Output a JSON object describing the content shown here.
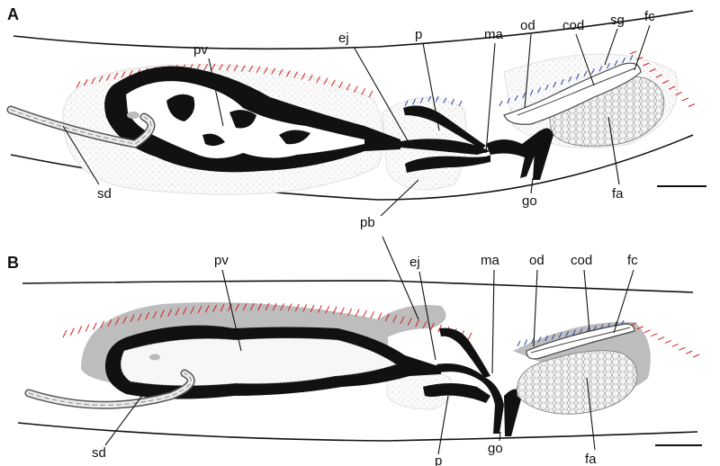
{
  "panels": {
    "a": {
      "letter": "A",
      "labels": {
        "pv": "pv",
        "ej": "ej",
        "p": "p",
        "ma": "ma",
        "od": "od",
        "cod": "cod",
        "sg": "sg",
        "fc": "fc",
        "sd": "sd",
        "pb": "pb",
        "go": "go",
        "fa": "fa"
      }
    },
    "b": {
      "letter": "B",
      "labels": {
        "pv": "pv",
        "ej": "ej",
        "ma": "ma",
        "od": "od",
        "cod": "cod",
        "fc": "fc",
        "sd": "sd",
        "p": "p",
        "go": "go",
        "fa": "fa"
      }
    }
  },
  "colors": {
    "tissue": "#111111",
    "parenchyma_stipple": "#e6e6e6",
    "gland_gray": "#bdbdbd",
    "cilia_red": "#d62020",
    "cilia_blue": "#2a3fa8"
  },
  "icons": {
    "sd": "sperm-duct-twisted-tube",
    "scale": "scale-bar"
  }
}
